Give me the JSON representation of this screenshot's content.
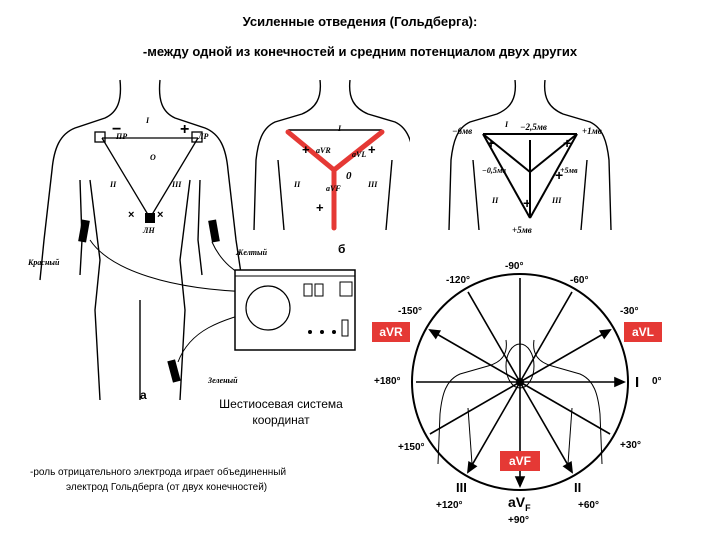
{
  "header": {
    "title": "Усиленные  отведения (Гольдберга):",
    "subtitle": "-между одной из конечностей и средним потенциалом двух других"
  },
  "panel_a": {
    "letter": "а",
    "electrode_labels": {
      "red": "Красный",
      "yellow": "Желтый",
      "green": "Зеленый"
    },
    "limb_labels": {
      "right_arm": "ПР",
      "left_arm": "ЛР",
      "left_leg": "ЛН"
    },
    "lead_labels": [
      "I",
      "II",
      "III"
    ],
    "center_label": "О"
  },
  "panel_b": {
    "letter": "б",
    "lead_labels": [
      "I",
      "II",
      "III"
    ],
    "augmented_labels": [
      "aVR",
      "aVL",
      "aVF"
    ],
    "center_label": "0"
  },
  "panel_c": {
    "top_left": "−6мв",
    "top_mid": "−2,5мв",
    "top_right": "+1мв",
    "bottom": "+5мв",
    "lead_labels": [
      "I",
      "II",
      "III"
    ],
    "slope_labels": [
      "−0,5мв",
      "+5мв"
    ]
  },
  "hexaxial": {
    "angles": [
      "-90°",
      "-120°",
      "-60°",
      "-150°",
      "-30°",
      "+180°",
      "0°",
      "+150°",
      "+30°",
      "+120°",
      "+60°",
      "+90°"
    ],
    "lead_names": {
      "I": "I",
      "II": "II",
      "III": "III",
      "aVF": "aV",
      "aVF_sub": "F"
    },
    "highlight_boxes": [
      "aVR",
      "aVL",
      "aVF"
    ],
    "highlight_color": "#e53935"
  },
  "caption": {
    "line1": "Шестиосевая система",
    "line2": "координат"
  },
  "note": {
    "line1": "-роль отрицательного электрода играет объединенный",
    "line2": "электрод Гольдберга (от двух конечностей)"
  }
}
